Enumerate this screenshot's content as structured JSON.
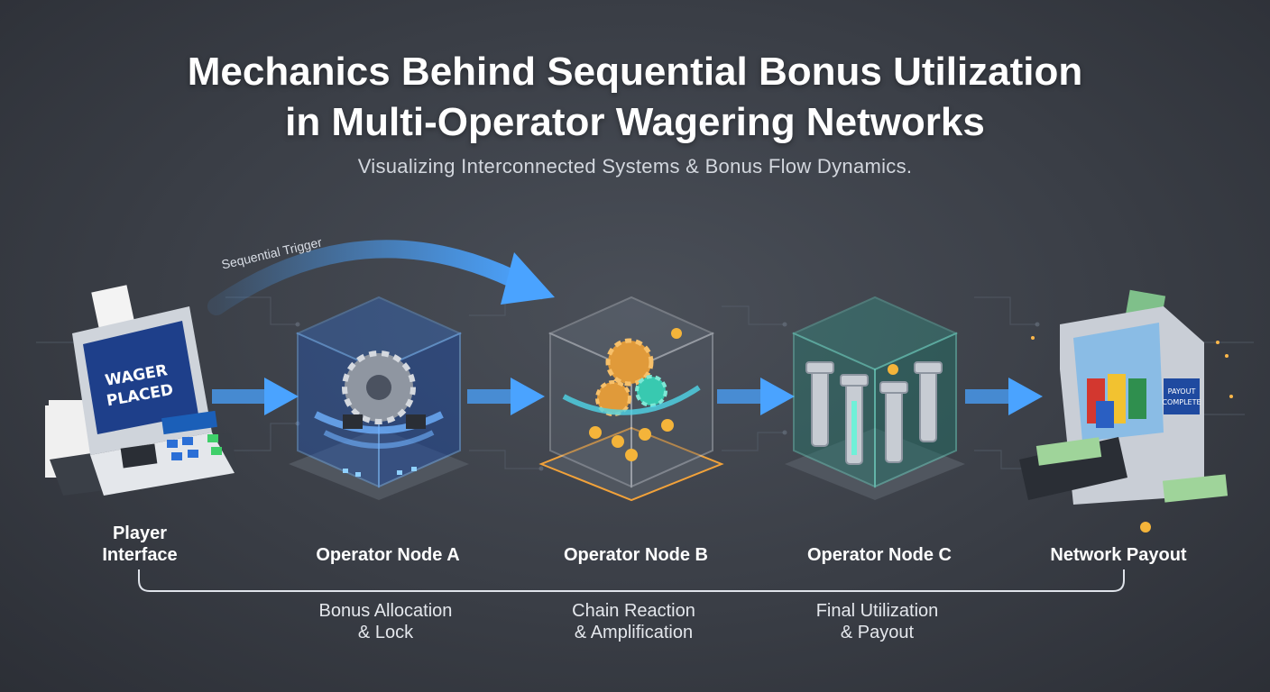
{
  "header": {
    "title_line1": "Mechanics Behind Sequential Bonus Utilization",
    "title_line2": "in Multi-Operator Wagering Networks",
    "subtitle": "Visualizing Interconnected Systems & Bonus Flow Dynamics."
  },
  "flow": {
    "trigger_label": "Sequential Trigger"
  },
  "nodes": [
    {
      "label_line1": "Player",
      "label_line2": "Interface",
      "screen_line1": "WAGER",
      "screen_line2": "PLACED"
    },
    {
      "label": "Operator Node A"
    },
    {
      "label": "Operator Node B"
    },
    {
      "label": "Operator Node C"
    },
    {
      "label": "Network Payout",
      "screen_line1": "PAYOUT",
      "screen_line2": "COMPLETE"
    }
  ],
  "phases": [
    {
      "line1": "Bonus Allocation",
      "line2": "& Lock"
    },
    {
      "line1": "Chain Reaction",
      "line2": "& Amplification"
    },
    {
      "line1": "Final Utilization",
      "line2": "& Payout"
    }
  ],
  "colors": {
    "node_a": "#3a8dff",
    "node_b": "#f2a23a",
    "node_c": "#3fe3c4",
    "arrow": "#4aa3ff"
  },
  "icons": [
    "terminal-icon",
    "gear-icon",
    "coin-icon",
    "piston-icon",
    "poker-chip-icon",
    "banknote-icon"
  ]
}
